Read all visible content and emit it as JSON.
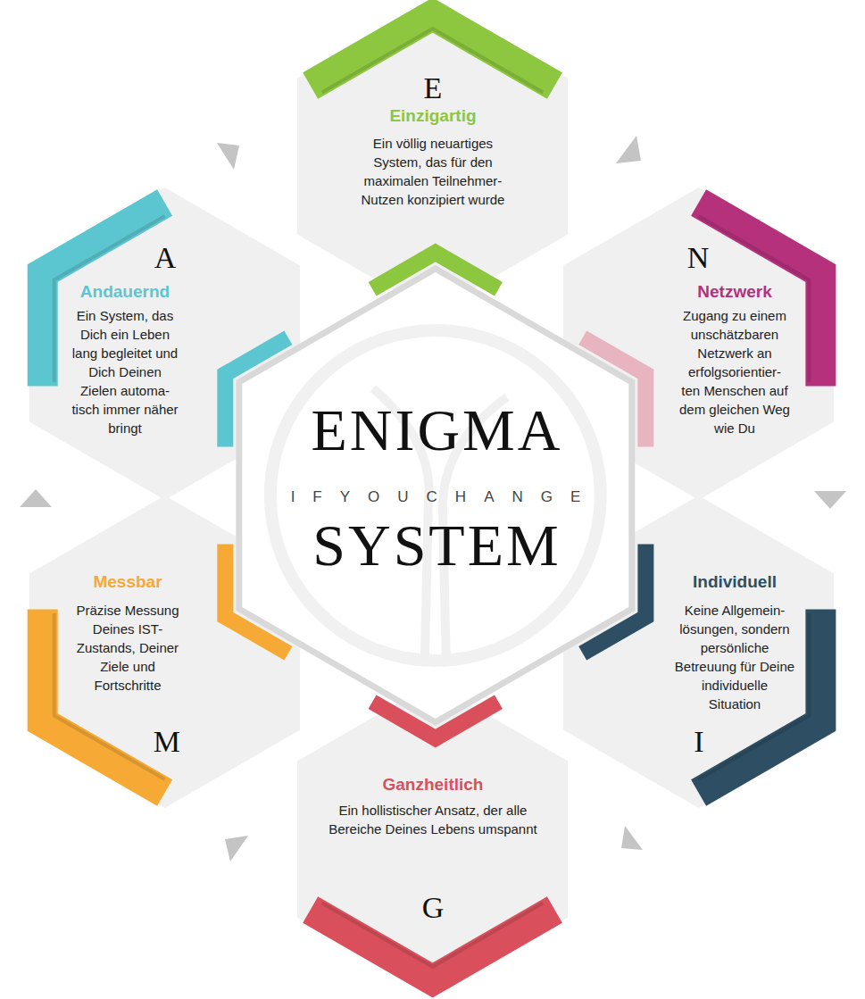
{
  "diagram": {
    "nodes": [
      {
        "text": [
          "ENIGMA",
          "IFYOUCHANGE",
          "SYSTEM"
        ]
      },
      {
        "text": [
          "E",
          "Einzigartig",
          "Ein völlig neuartiges System, das für den maximalen Teilnehmer- Nutzen konzipiert wurde"
        ]
      },
      {
        "text": [
          "A",
          "Andauernd",
          "Ein System, das Dich ein Leben lang begleitet und Dich Deinen Zielen automa- tisch immer näher bringt"
        ]
      },
      {
        "text": [
          "N",
          "Netzwerk",
          "Zugang zu einem unschätzbaren Netzwerk an erfolgsorientier- ten Menschen auf dem gleichen Weg wie Du"
        ]
      },
      {
        "text": [
          "Messbar",
          "Präzise Messung Deines IST-Zustands, Deiner Ziele und Fortschritte",
          "M"
        ]
      },
      {
        "text": [
          "Individuell",
          "Keine Allgemein- lösungen, sondern persönliche Betreuung für Deine individuelle Situation",
          "I"
        ]
      },
      {
        "text": [
          "Ganzheitlich",
          "Ein hollistischer Ansatz, der alle Bereiche Deines Lebens umspannt",
          "G"
        ]
      }
    ]
  }
}
